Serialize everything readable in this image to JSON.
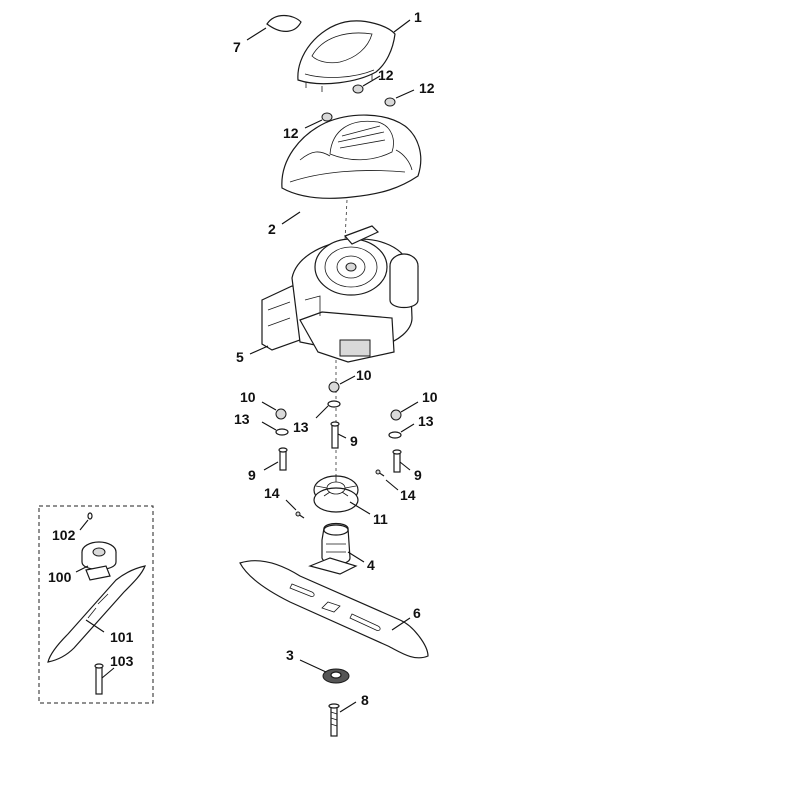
{
  "labels": {
    "l1": "1",
    "l2": "2",
    "l3": "3",
    "l4": "4",
    "l5": "5",
    "l6": "6",
    "l7": "7",
    "l8": "8",
    "l9a": "9",
    "l9b": "9",
    "l9c": "9",
    "l10a": "10",
    "l10b": "10",
    "l10c": "10",
    "l11": "11",
    "l12a": "12",
    "l12b": "12",
    "l12c": "12",
    "l13a": "13",
    "l13b": "13",
    "l13c": "13",
    "l14a": "14",
    "l14b": "14",
    "l100": "100",
    "l101": "101",
    "l102": "102",
    "l103": "103"
  }
}
